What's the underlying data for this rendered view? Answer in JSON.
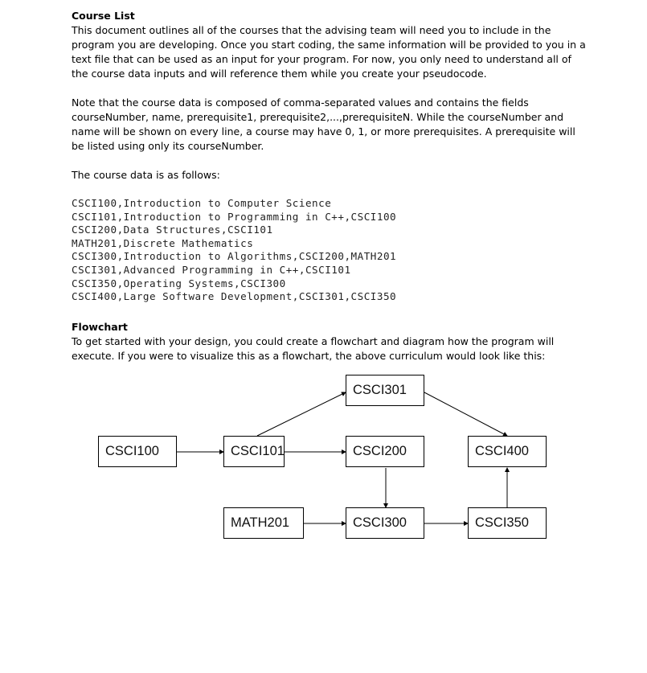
{
  "course_list": {
    "heading": "Course List",
    "intro": "This document outlines all of the courses that the advising team will need you to include in the program you are developing. Once you start coding, the same information will be provided to you in a text file that can be used as an input for your program. For now, you only need to understand all of the course data inputs and will reference them while you create your pseudocode.",
    "note": "Note that the course data is composed of comma-separated values and contains the fields courseNumber, name, prerequisite1, prerequisite2,...,prerequisiteN. While the courseNumber and name will be shown on every line, a course may have 0, 1, or more prerequisites. A prerequisite will be listed using only its courseNumber.",
    "data_intro": "The course data is as follows:",
    "course_lines": [
      "CSCI100,Introduction to Computer Science",
      "CSCI101,Introduction to Programming in C++,CSCI100",
      "CSCI200,Data Structures,CSCI101",
      "MATH201,Discrete Mathematics",
      "CSCI300,Introduction to Algorithms,CSCI200,MATH201",
      "CSCI301,Advanced Programming in C++,CSCI101",
      "CSCI350,Operating Systems,CSCI300",
      "CSCI400,Large Software Development,CSCI301,CSCI350"
    ]
  },
  "flowchart": {
    "heading": "Flowchart",
    "description": "To get started with your design, you could create a flowchart and diagram how the program will execute. If you were to visualize this as a flowchart, the above curriculum would look like this:",
    "nodes": {
      "csci100": "CSCI100",
      "csci101": "CSCI101",
      "csci200": "CSCI200",
      "csci301": "CSCI301",
      "csci400": "CSCI400",
      "math201": "MATH201",
      "csci300": "CSCI300",
      "csci350": "CSCI350"
    }
  }
}
